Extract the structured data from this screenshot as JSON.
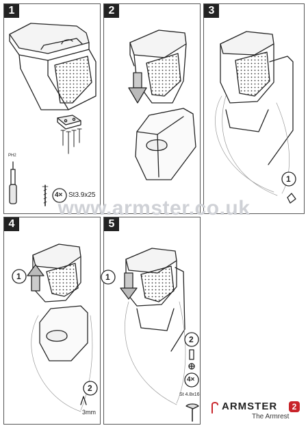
{
  "steps": [
    "1",
    "2",
    "3",
    "4",
    "5"
  ],
  "panel1": {
    "tool_caption": "PH2",
    "screw_count": "4×",
    "screw_spec": "St3.9x25"
  },
  "panel3": {
    "substep": "1"
  },
  "panel4": {
    "substep_up": "1",
    "substep_drill": "2",
    "drill_size": "3mm"
  },
  "panel5": {
    "substep_down": "1",
    "substep_screw": "2",
    "screw_count": "4×",
    "screw_spec": "St 4.8x16"
  },
  "watermark": "www.armster.co.uk",
  "brand": {
    "name": "ARMSTER",
    "badge": "2",
    "tagline": "The Armrest"
  }
}
